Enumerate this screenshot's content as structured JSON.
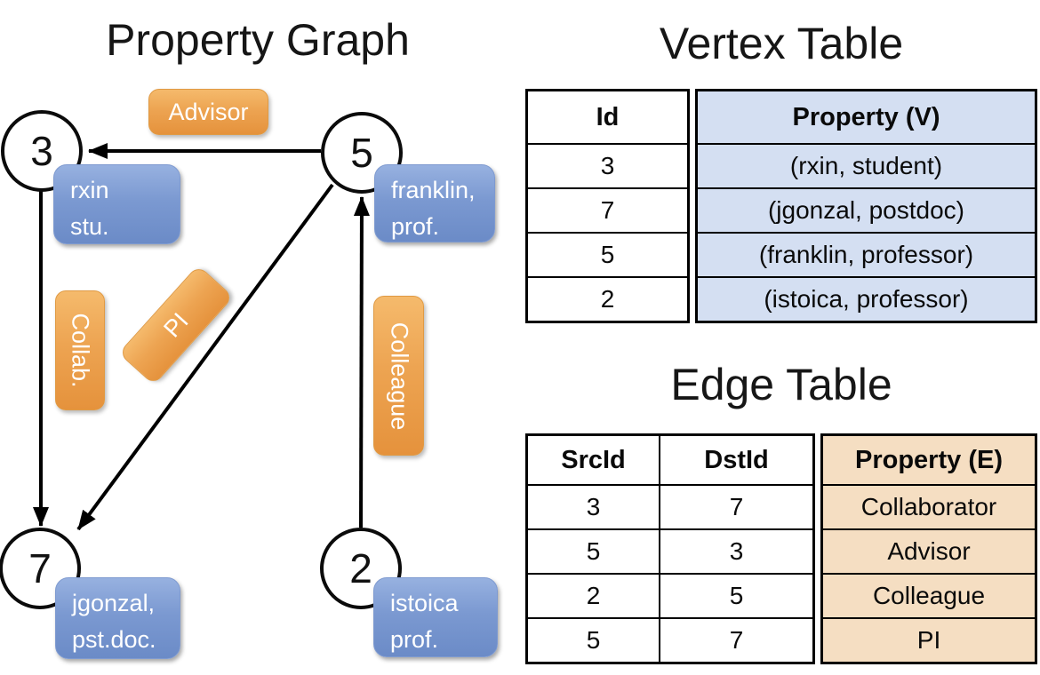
{
  "graph": {
    "title": "Property Graph",
    "nodes": {
      "n3": "3",
      "n5": "5",
      "n7": "7",
      "n2": "2"
    },
    "vertex_cards": {
      "rxin": {
        "line1": "rxin",
        "line2": "stu."
      },
      "franklin": {
        "line1": "franklin,",
        "line2": "prof."
      },
      "jgonzal": {
        "line1": "jgonzal,",
        "line2": "pst.doc."
      },
      "istoica": {
        "line1": "istoica",
        "line2": "prof."
      }
    },
    "edge_labels": {
      "advisor": "Advisor",
      "collab": "Collab.",
      "pi": "PI",
      "colleague": "Colleague"
    },
    "edges": [
      {
        "from": "5",
        "to": "3",
        "label": "Advisor"
      },
      {
        "from": "3",
        "to": "7",
        "label": "Collab."
      },
      {
        "from": "5",
        "to": "7",
        "label": "PI"
      },
      {
        "from": "2",
        "to": "5",
        "label": "Colleague"
      }
    ]
  },
  "vertex_table": {
    "title": "Vertex Table",
    "col_id": "Id",
    "col_property": "Property (V)",
    "rows": [
      {
        "id": "3",
        "property": "(rxin, student)"
      },
      {
        "id": "7",
        "property": "(jgonzal, postdoc)"
      },
      {
        "id": "5",
        "property": "(franklin, professor)"
      },
      {
        "id": "2",
        "property": "(istoica, professor)"
      }
    ]
  },
  "edge_table": {
    "title": "Edge Table",
    "col_src": "SrcId",
    "col_dst": "DstId",
    "col_property": "Property (E)",
    "rows": [
      {
        "src": "3",
        "dst": "7",
        "property": "Collaborator"
      },
      {
        "src": "5",
        "dst": "3",
        "property": "Advisor"
      },
      {
        "src": "2",
        "dst": "5",
        "property": "Colleague"
      },
      {
        "src": "5",
        "dst": "7",
        "property": "PI"
      }
    ]
  },
  "colors": {
    "orange_top": "#f5ba6c",
    "orange_bottom": "#e5923c",
    "blue_top": "#97b1e0",
    "blue_bottom": "#6b8bc7",
    "vertex_cell_bg": "#d4dff2",
    "edge_cell_bg": "#f5dec2",
    "line": "#000000"
  }
}
